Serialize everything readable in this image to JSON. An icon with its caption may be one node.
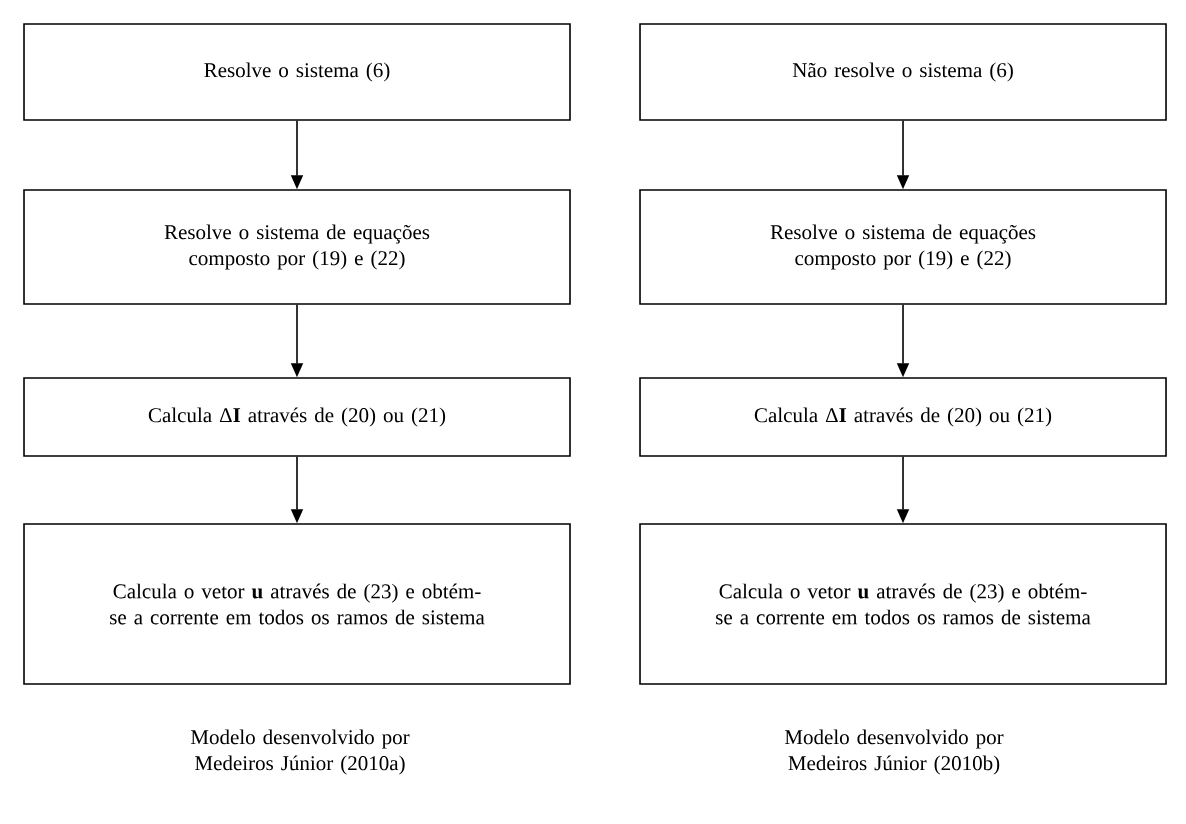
{
  "diagram": {
    "nodes": [
      {
        "text": [
          "Resolve o sistema (6)"
        ]
      },
      {
        "text": [
          "Resolve o sistema de equações composto por (19) e (22)"
        ]
      },
      {
        "text": [
          "Calcula Δ**I** através de (20) ou (21)"
        ]
      },
      {
        "text": [
          "Calcula o vetor **u** através de (23) e obtém-se a corrente em todos os ramos de sistema"
        ]
      },
      {
        "text": [
          "Não resolve o sistema (6)"
        ]
      },
      {
        "text": [
          "Resolve o sistema de equações composto por (19) e (22)"
        ]
      },
      {
        "text": [
          "Calcula Δ**I** através de (20) ou (21)"
        ]
      },
      {
        "text": [
          "Calcula o vetor **u** através de (23) e obtém-se a corrente em todos os ramos de sistema"
        ]
      }
    ],
    "edges": [
      {
        "from": 0,
        "to": 1,
        "arrow": "to"
      },
      {
        "from": 1,
        "to": 2,
        "arrow": "to"
      },
      {
        "from": 2,
        "to": 3,
        "arrow": "to"
      },
      {
        "from": 4,
        "to": 5,
        "arrow": "to"
      },
      {
        "from": 5,
        "to": 6,
        "arrow": "to"
      },
      {
        "from": 6,
        "to": 7,
        "arrow": "to"
      }
    ],
    "labels": [
      "Modelo desenvolvido por Medeiros Júnior (2010a)",
      "Modelo desenvolvido por Medeiros Júnior (2010b)"
    ]
  }
}
